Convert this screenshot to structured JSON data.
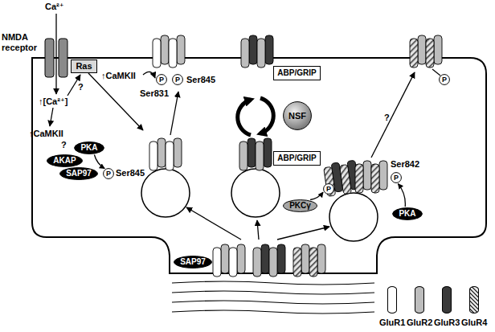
{
  "diagram": {
    "nodes": [
      {
        "text": [
          "Ras"
        ]
      },
      {
        "text": [
          "P"
        ]
      },
      {
        "text": [
          "P"
        ]
      },
      {
        "text": [
          "ABP/GRIP"
        ]
      },
      {
        "text": [
          "P"
        ]
      },
      {
        "text": [
          "PKA"
        ]
      },
      {
        "text": [
          "AKAP"
        ]
      },
      {
        "text": [
          "SAP97"
        ]
      },
      {
        "text": [
          "P"
        ]
      },
      {
        "text": [
          "NSF"
        ]
      },
      {
        "text": [
          "ABP/GRIP"
        ]
      },
      {
        "text": [
          "P"
        ]
      },
      {
        "text": [
          "PKCγ"
        ]
      },
      {
        "text": [
          "P"
        ]
      },
      {
        "text": [
          "PKA"
        ]
      },
      {
        "text": [
          "SAP97"
        ]
      }
    ],
    "edges": [
      {
        "from": 5,
        "to": 8,
        "arrow": "to"
      },
      {
        "from": 12,
        "to": 13,
        "arrow": "to"
      },
      {
        "from": 14,
        "to": 11,
        "arrow": "to"
      }
    ],
    "labels": [
      "Ca²⁺",
      "NMDA receptor",
      "↑[Ca²⁺]",
      "?",
      "↑CaMKII",
      "↑CaMKII",
      "Ser845",
      "Ser831",
      "?",
      "Ser845",
      "?",
      "Ser842"
    ],
    "legend": [
      {
        "text": "GluR1",
        "color": "#ffffff"
      },
      {
        "text": "GluR2",
        "color": "#bdbdbd"
      },
      {
        "text": "GluR3",
        "color": "#3a3a3a"
      },
      {
        "text": "GluR4",
        "color": "#e4e4e4"
      }
    ]
  }
}
